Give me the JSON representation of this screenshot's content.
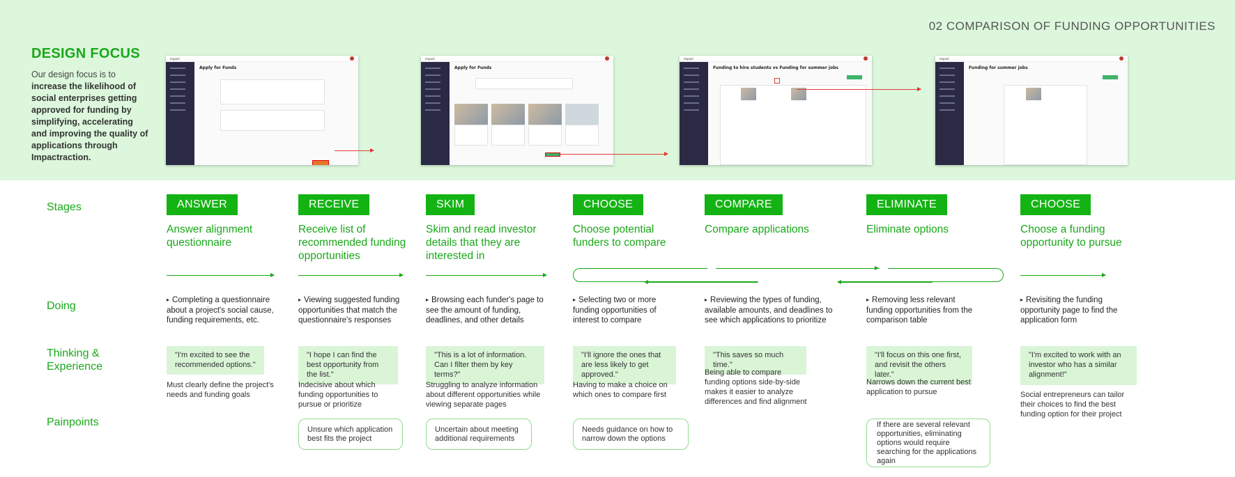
{
  "header": {
    "section_title": "02 COMPARISON OF FUNDING OPPORTUNITIES",
    "design_focus_heading": "DESIGN FOCUS",
    "design_focus_intro": "Our design focus is to ",
    "design_focus_bold": "increase the likelihood of social enterprises getting approved for funding by simplifying, accelerating and improving the quality of applications through Impactraction."
  },
  "screens": [
    {
      "title": "Apply for Funds"
    },
    {
      "title": "Apply for Funds"
    },
    {
      "title": "Funding to hire students vs Funding for summer jobs"
    },
    {
      "title": "Funding for summer jobs"
    }
  ],
  "row_labels": {
    "stages": "Stages",
    "doing": "Doing",
    "thinking": "Thinking & Experience",
    "painpoints": "Painpoints"
  },
  "stages": [
    {
      "badge": "ANSWER",
      "title": "Answer alignment questionnaire",
      "doing": "Completing a questionnaire about a project's social cause, funding requirements, etc.",
      "quote": "\"I'm excited to see the recommended options.\"",
      "thought": "Must clearly define the project's needs and funding goals",
      "pain": ""
    },
    {
      "badge": "RECEIVE",
      "title": "Receive list of recommended funding opportunities",
      "doing": "Viewing suggested funding opportunities that match the questionnaire's responses",
      "quote": "\"I hope I can find the best opportunity from the list.\"",
      "thought": "Indecisive about which funding opportunities to pursue or prioritize",
      "pain": "Unsure which application best fits the project"
    },
    {
      "badge": "SKIM",
      "title": "Skim and read investor details that they are interested in",
      "doing": "Browsing each funder's page to see the amount of funding, deadlines, and other details",
      "quote": "\"This is a lot of information. Can I filter them by key terms?\"",
      "thought": "Struggling to analyze information about different opportunities while viewing separate pages",
      "pain": "Uncertain about meeting additional requirements"
    },
    {
      "badge": "CHOOSE",
      "title": "Choose potential funders to compare",
      "doing": "Selecting two or more funding opportunities of interest to compare",
      "quote": "\"I'll ignore the ones that are less likely to get approved.\"",
      "thought": "Having to make a choice on which ones to compare first",
      "pain": "Needs guidance on how to narrow down the options"
    },
    {
      "badge": "COMPARE",
      "title": "Compare applications",
      "doing": "Reviewing the types of funding, available amounts, and deadlines to see which applications to prioritize",
      "quote": "\"This saves so much time.\"",
      "thought": "Being able to compare funding options side-by-side makes it easier to analyze differences and find alignment",
      "pain": ""
    },
    {
      "badge": "ELIMINATE",
      "title": "Eliminate options",
      "doing": "Removing less relevant funding opportunities from the comparison table",
      "quote": "\"I'll focus on this one first, and revisit the others later.\"",
      "thought": "Narrows down the current best application to pursue",
      "pain": "If there are several relevant opportunities, eliminating options would require searching for the applications again"
    },
    {
      "badge": "CHOOSE",
      "title": "Choose a funding opportunity to pursue",
      "doing": "Revisiting the funding opportunity page to find the application form",
      "quote": "\"I'm excited to work with an investor who has a similar alignment!\"",
      "thought": "Social entrepreneurs can tailor their choices to find the best funding option for their project",
      "pain": ""
    }
  ],
  "colors": {
    "accent": "#14b314",
    "band": "#dcf7dc",
    "quote_bg": "#d9f5d6",
    "arrow_red": "#e53935"
  }
}
